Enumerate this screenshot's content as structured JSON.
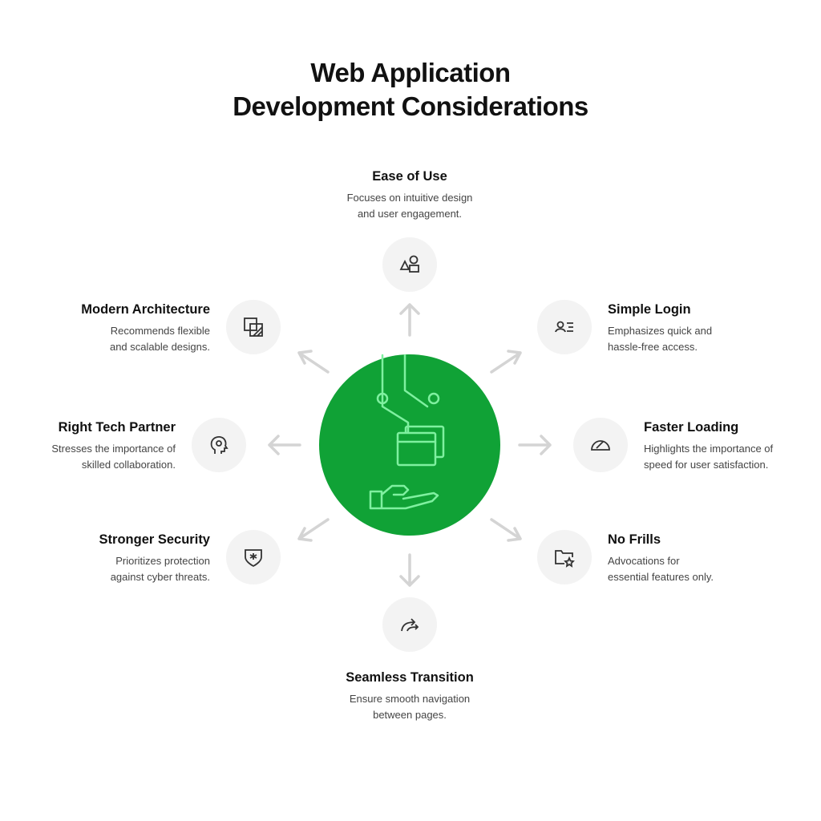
{
  "title": {
    "line1": "Web Application",
    "line2": "Development Considerations"
  },
  "accent": "#10a236",
  "items": [
    {
      "title": "Ease of Use",
      "desc1": "Focuses on intuitive design",
      "desc2": "and user engagement.",
      "icon": "shapes-icon"
    },
    {
      "title": "Simple Login",
      "desc1": "Emphasizes quick and",
      "desc2": "hassle-free access.",
      "icon": "user-list-icon"
    },
    {
      "title": "Faster Loading",
      "desc1": "Highlights the importance of",
      "desc2": "speed for user satisfaction.",
      "icon": "speedometer-icon"
    },
    {
      "title": "No Frills",
      "desc1": "Advocations for",
      "desc2": "essential features only.",
      "icon": "folder-star-icon"
    },
    {
      "title": "Seamless Transition",
      "desc1": "Ensure smooth navigation",
      "desc2": "between pages.",
      "icon": "forward-arrow-icon"
    },
    {
      "title": "Stronger Security",
      "desc1": "Prioritizes protection",
      "desc2": "against cyber threats.",
      "icon": "shield-star-icon"
    },
    {
      "title": "Right Tech Partner",
      "desc1": "Stresses the importance of",
      "desc2": "skilled collaboration.",
      "icon": "head-gear-icon"
    },
    {
      "title": "Modern Architecture",
      "desc1": "Recommends flexible",
      "desc2": "and scalable designs.",
      "icon": "layered-squares-icon"
    }
  ]
}
